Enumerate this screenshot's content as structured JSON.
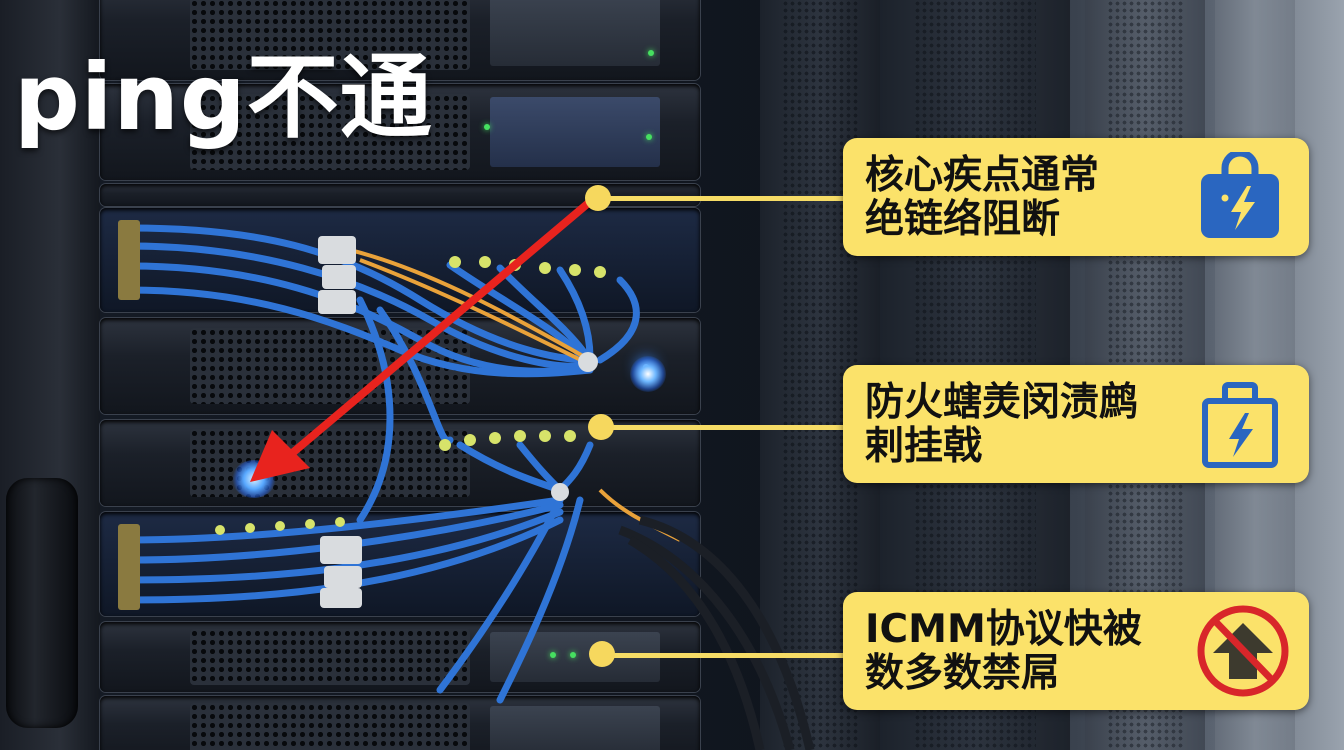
{
  "title": "ping不通",
  "colors": {
    "callout_bg": "#fbe26a",
    "connector": "#f6dc66",
    "arrow": "#e8231e",
    "icon_blue": "#2a66c0",
    "prohibit_red": "#d8262a"
  },
  "callouts": [
    {
      "line1": "核心疾点通常",
      "line2": "绝链络阻断",
      "icon": "shopping-bag-lightning-icon"
    },
    {
      "line1": "防火螛羙闵渍鹧",
      "line2": "剌挂戟",
      "icon": "battery-lightning-icon"
    },
    {
      "line1": "ICMM协议快被",
      "line2": "数多数禁屌",
      "icon": "no-upload-prohibited-icon"
    }
  ],
  "annotation": {
    "arrow": "red-arrow-pointing-to-blue-led",
    "led": "blue-status-led"
  }
}
